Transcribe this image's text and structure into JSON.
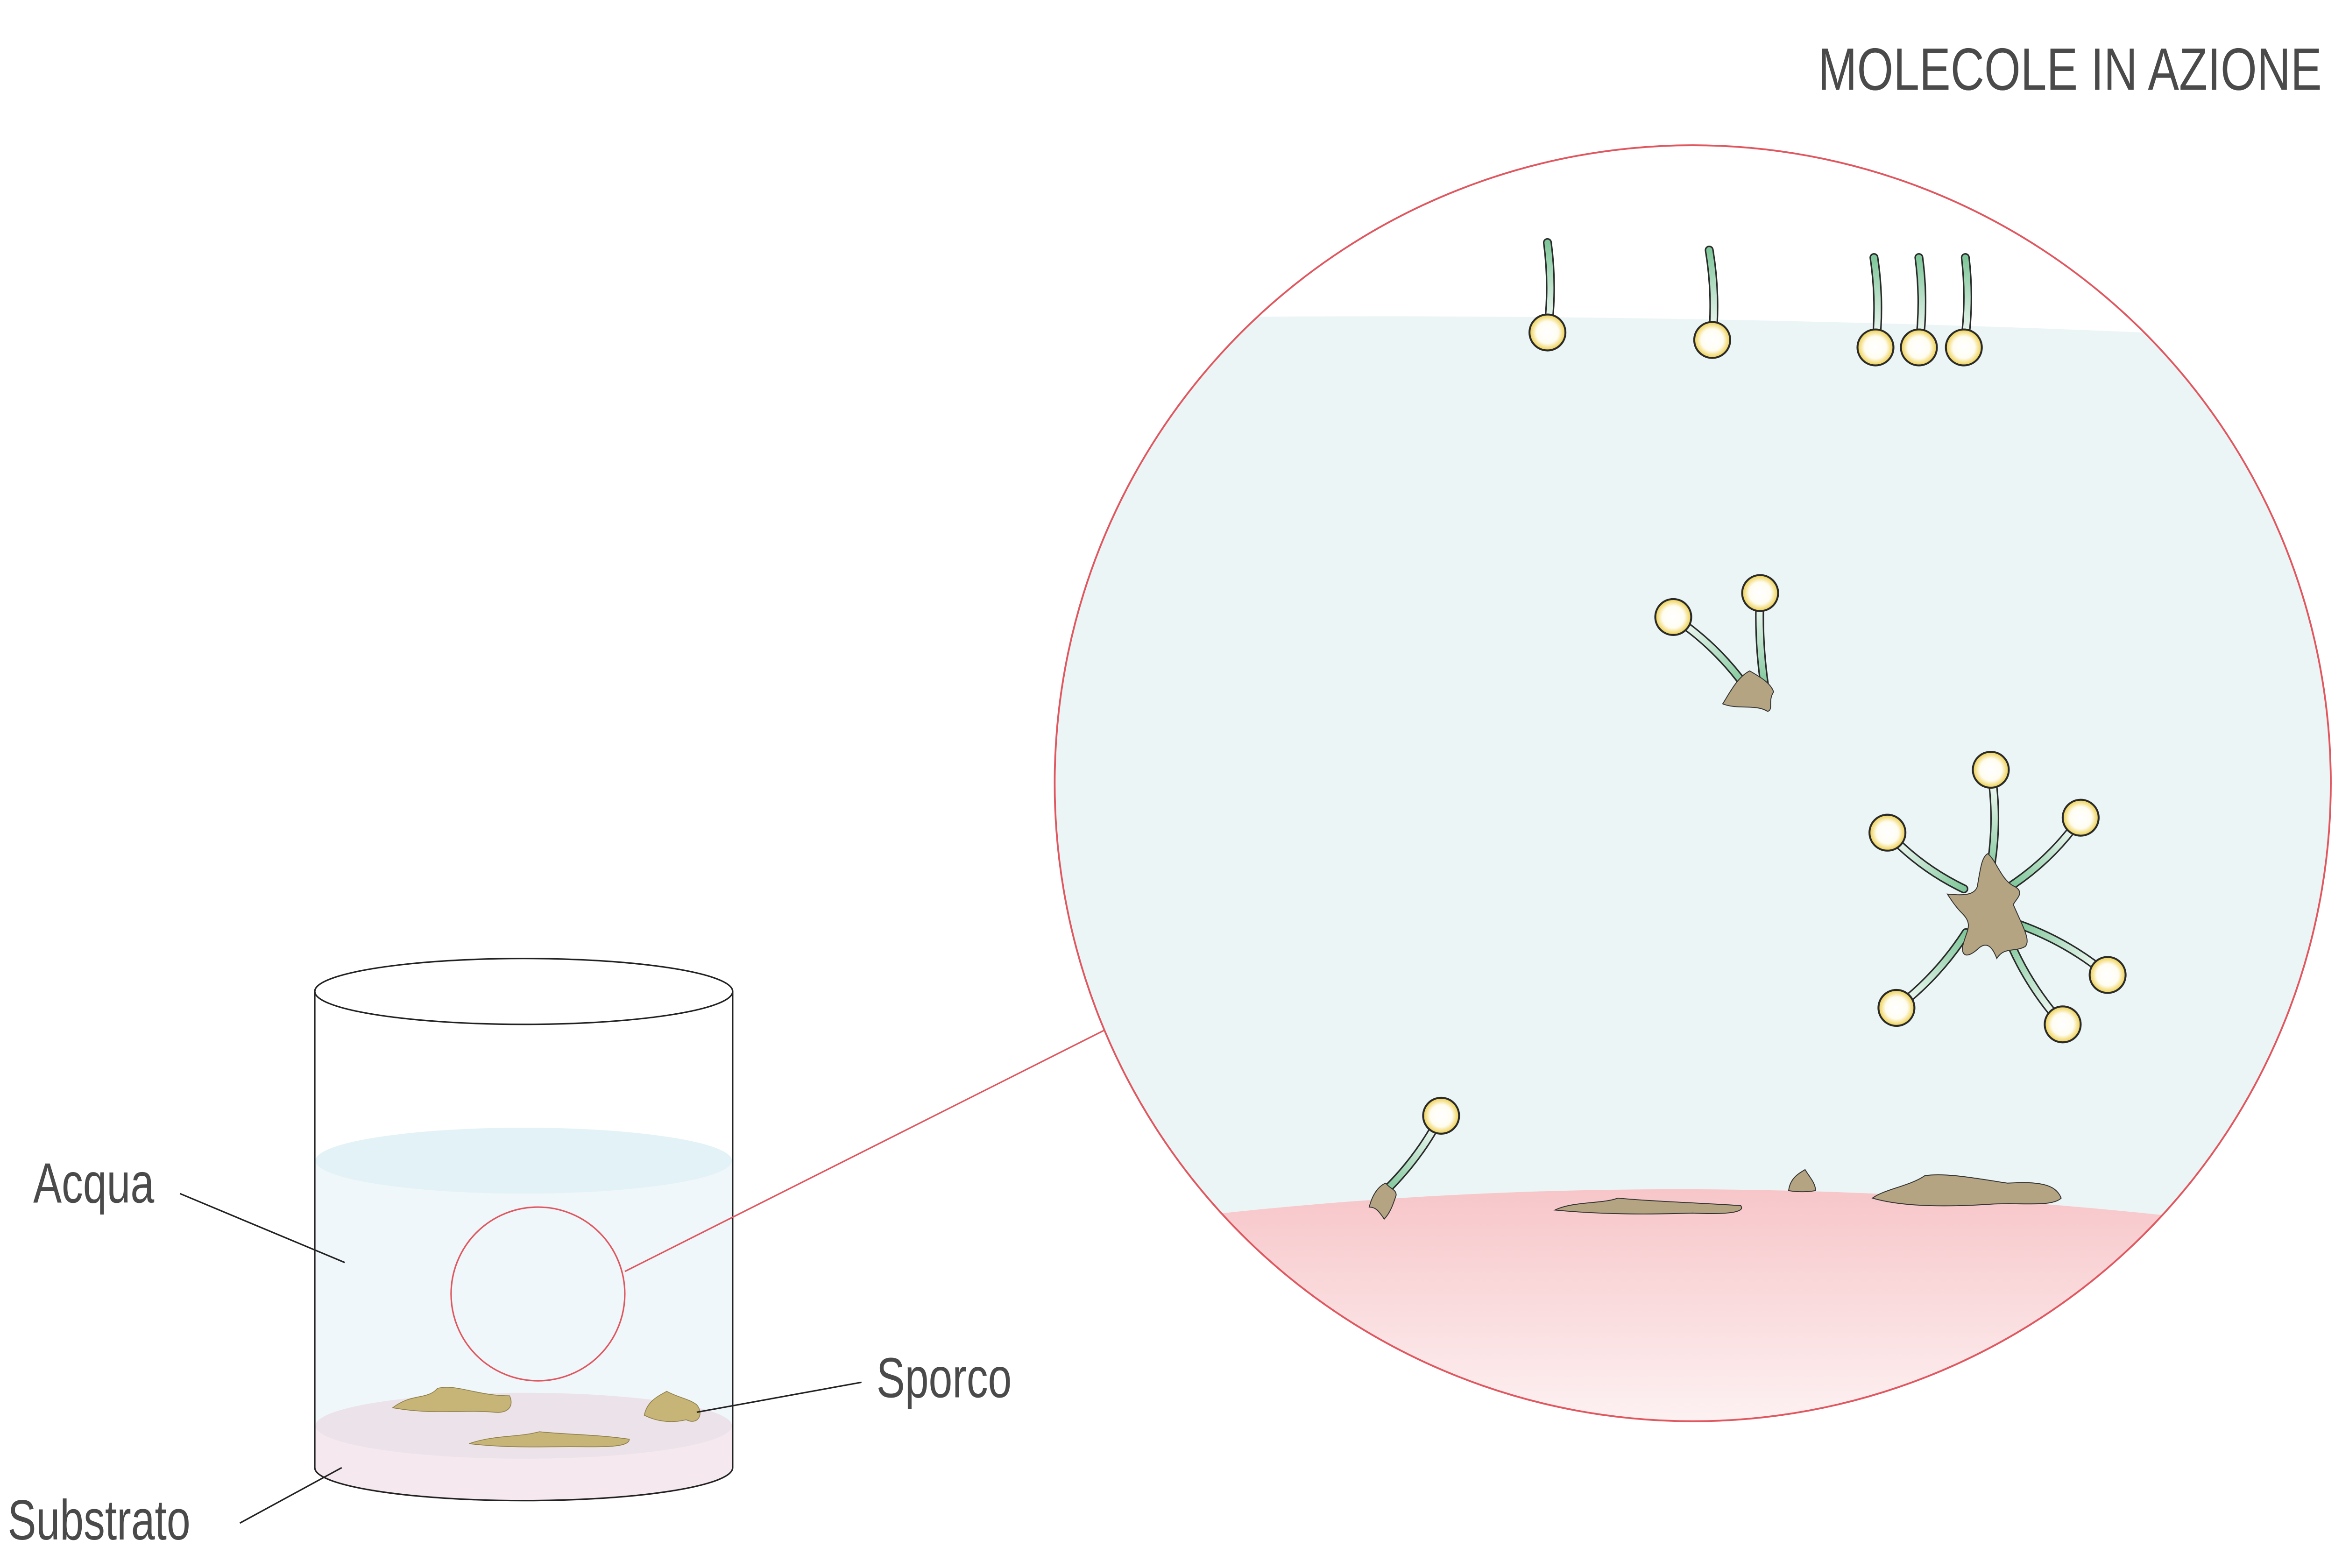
{
  "title": "MOLECOLE IN AZIONE",
  "labels": {
    "water": "Acqua",
    "substrate": "Substrato",
    "dirt": "Sporco"
  },
  "colors": {
    "zoom_ring": "#e0575f",
    "water": "#ecf5f6",
    "substrate": "#f7c9cc",
    "dirt": "#b5a482",
    "tail": "#7fc79a",
    "head": "#e9c21c"
  }
}
